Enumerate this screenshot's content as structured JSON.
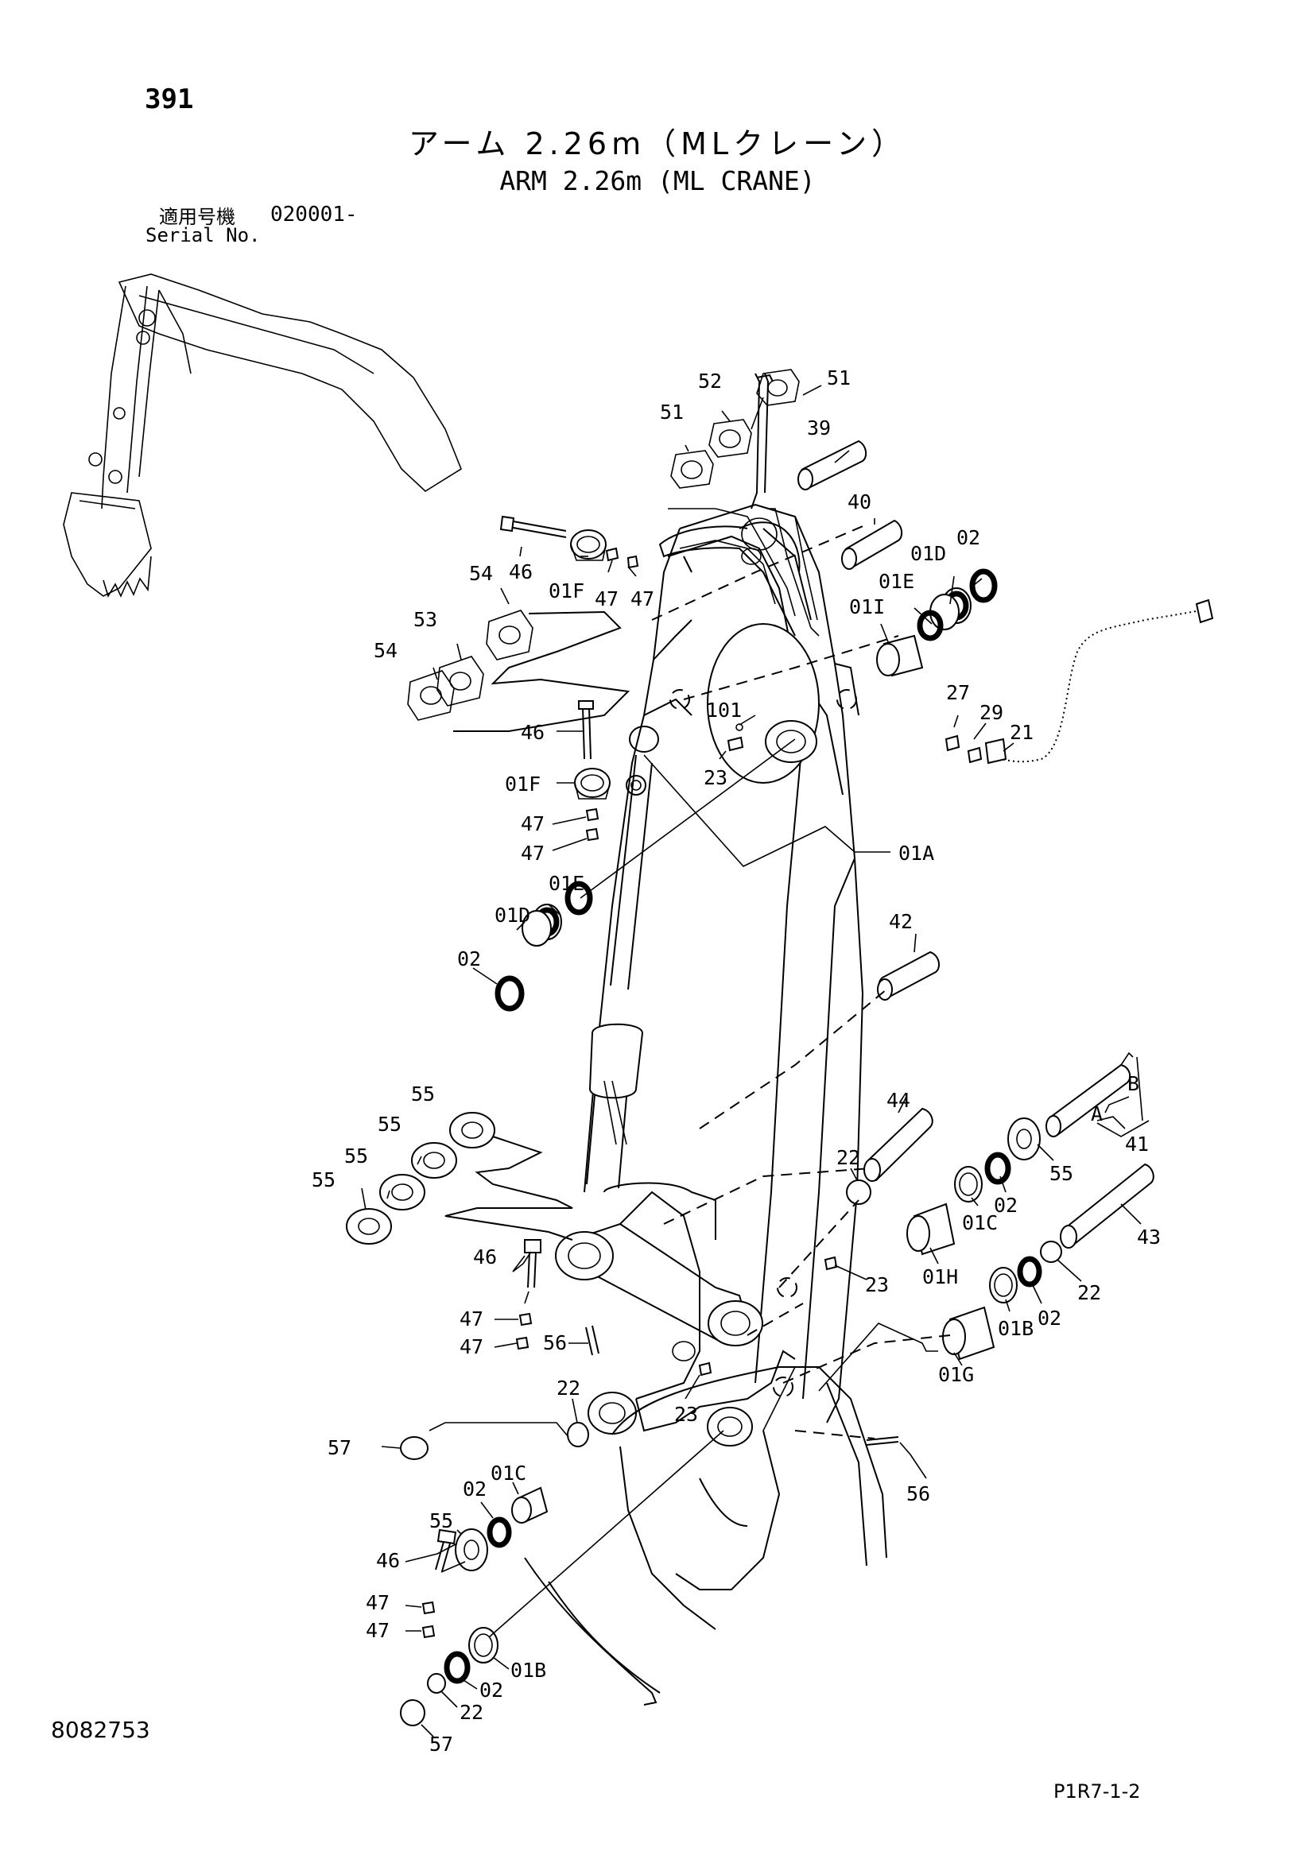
{
  "header": {
    "page_number": "391",
    "title_jp": "アーム 2.26m（MLクレーン）",
    "title_en": "ARM 2.26m (ML CRANE)",
    "serial_label_jp": "適用号機",
    "serial_value": "020001-",
    "serial_label_en": "Serial No."
  },
  "footer": {
    "doc_number": "8082753",
    "page_code": "P1R7-1-2"
  },
  "part_labels": [
    "51",
    "52",
    "51",
    "39",
    "40",
    "02",
    "01D",
    "01E",
    "01I",
    "46",
    "01F",
    "47",
    "47",
    "54",
    "53",
    "54",
    "101",
    "23",
    "27",
    "29",
    "21",
    "46",
    "01F",
    "47",
    "47",
    "01A",
    "01E",
    "01D",
    "02",
    "42",
    "B",
    "A",
    "41",
    "55",
    "55",
    "55",
    "55",
    "44",
    "22",
    "55",
    "02",
    "01C",
    "01H",
    "43",
    "22",
    "02",
    "01B",
    "46",
    "23",
    "47",
    "47",
    "56",
    "01G",
    "22",
    "23",
    "57",
    "01C",
    "02",
    "55",
    "56",
    "46",
    "47",
    "47",
    "01B",
    "02",
    "22",
    "57"
  ]
}
